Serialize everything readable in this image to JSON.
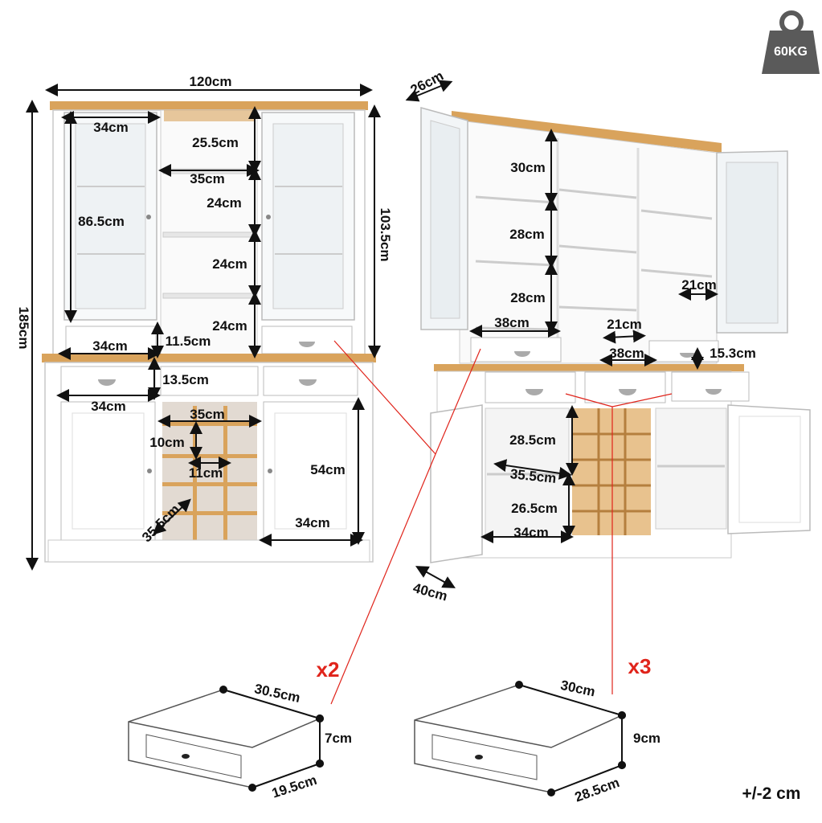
{
  "weight_badge": {
    "text": "60KG",
    "icon": "weight-icon",
    "color": "#5a5a5a"
  },
  "colors": {
    "wood": "#d9a35c",
    "body": "#ffffff",
    "outline": "#c9c9c9",
    "dim_line": "#111111",
    "pointer": "#e0241b"
  },
  "front_view": {
    "width": "120cm",
    "height_total": "185cm",
    "hutch_height": "103.5cm",
    "glass_door_width": "34cm",
    "glass_door_height": "86.5cm",
    "top_open_shelf": "25.5cm",
    "open_shelf_width": "35cm",
    "shelf_gap_1": "24cm",
    "shelf_gap_2": "24cm",
    "shelf_gap_3": "24cm",
    "small_drawer_width": "34cm",
    "small_drawer_height": "11.5cm",
    "drawer_height": "13.5cm",
    "base_drawer_width": "34cm",
    "wine_rack_width": "35cm",
    "wine_cell_height": "10cm",
    "wine_cell_width": "11cm",
    "wine_rack_depth": "35.5cm",
    "base_door_height": "54cm",
    "base_door_width": "34cm"
  },
  "angle_view": {
    "hutch_depth": "26cm",
    "base_depth": "40cm",
    "left_shelf_1": "30cm",
    "left_shelf_2": "28cm",
    "left_shelf_3": "28cm",
    "left_shelf_width": "38cm",
    "right_shelf_depth": "21cm",
    "middle_drawer_depth": "21cm",
    "middle_drawer_width": "38cm",
    "right_small_drawer": "15.3cm",
    "cab_shelf_height": "28.5cm",
    "cab_shelf_depth": "35.5cm",
    "cab_lower_height": "26.5cm",
    "cab_width": "34cm"
  },
  "drawer_small": {
    "qty": "x2",
    "width": "30.5cm",
    "height": "7cm",
    "depth": "19.5cm"
  },
  "drawer_large": {
    "qty": "x3",
    "width": "30cm",
    "height": "9cm",
    "depth": "28.5cm"
  },
  "tolerance": "+/-2 cm"
}
